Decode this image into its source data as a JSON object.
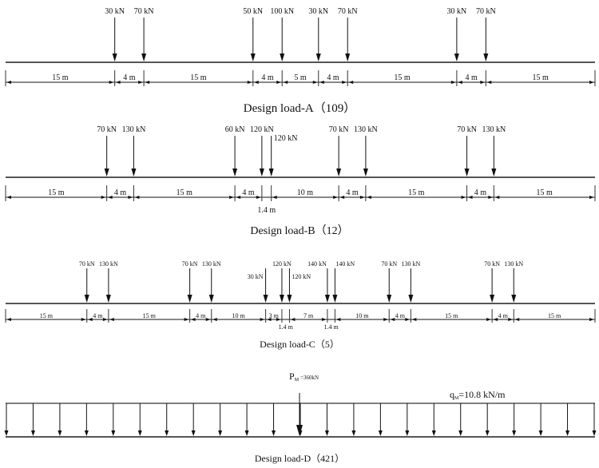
{
  "diagrams": [
    {
      "id": "A",
      "title": "Design load-A（109）",
      "loads": [
        "30 kN",
        "70 kN",
        "50 kN",
        "100 kN",
        "30 kN",
        "70 kN",
        "30 kN",
        "70 kN"
      ],
      "spans_m": [
        15,
        4,
        15,
        4,
        5,
        4,
        15,
        4,
        15
      ],
      "span_labels": [
        "15 m",
        "4 m",
        "15 m",
        "4 m",
        "5 m",
        "4 m",
        "15 m",
        "4 m",
        "15 m"
      ]
    },
    {
      "id": "B",
      "title": "Design load-B（12）",
      "loads": [
        "70 kN",
        "130 kN",
        "60 kN",
        "120 kN",
        "120 kN",
        "70 kN",
        "130 kN",
        "70 kN",
        "130 kN"
      ],
      "spans_m": [
        15,
        4,
        15,
        4,
        1.4,
        10,
        4,
        15,
        4,
        15
      ],
      "span_labels": [
        "15 m",
        "4 m",
        "15 m",
        "4 m",
        "1.4 m",
        "10 m",
        "4 m",
        "15 m",
        "4 m",
        "15 m"
      ]
    },
    {
      "id": "C",
      "title": "Design load-C（5）",
      "loads": [
        "70 kN",
        "130 kN",
        "70 kN",
        "130 kN",
        "30 kN",
        "120 kN",
        "120 kN",
        "140 kN",
        "140 kN",
        "70 kN",
        "130 kN",
        "70 kN",
        "130 kN"
      ],
      "spans_m": [
        15,
        4,
        15,
        4,
        10,
        3,
        1.4,
        7,
        1.4,
        10,
        4,
        15,
        4,
        15
      ],
      "span_labels": [
        "15 m",
        "4 m",
        "15 m",
        "4 m",
        "10 m",
        "3 m",
        "1.4 m",
        "7 m",
        "1.4 m",
        "10 m",
        "4 m",
        "15 m",
        "4 m",
        "15 m"
      ]
    },
    {
      "id": "D",
      "title": "Design load-D（421）",
      "point_load": {
        "symbol": "P",
        "subscript": "M",
        "value": "=360kN"
      },
      "distributed_load": {
        "symbol": "q",
        "subscript": "M",
        "value": "=10.8 kN/m"
      }
    }
  ]
}
